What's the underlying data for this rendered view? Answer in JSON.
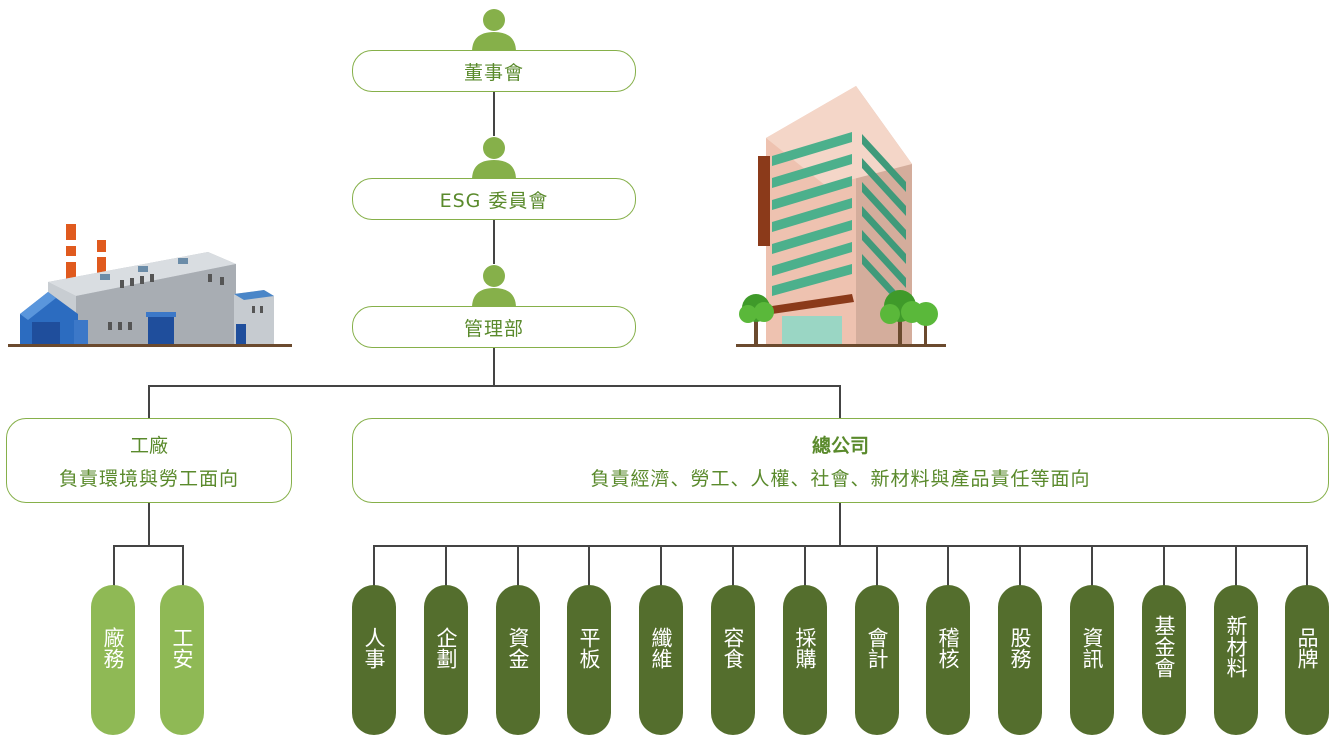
{
  "board": "董事會",
  "esg_committee": "ESG 委員會",
  "management": "管理部",
  "factory": {
    "title": "工廠",
    "description": "負責環境與勞工面向",
    "departments": [
      "廠務",
      "工安"
    ]
  },
  "headquarters": {
    "title": "總公司",
    "description": "負責經濟、勞工、人權、社會、新材料與產品責任等面向",
    "departments": [
      "人事",
      "企劃",
      "資金",
      "平板",
      "纖維",
      "容食",
      "採購",
      "會計",
      "稽核",
      "股務",
      "資訊",
      "基金會",
      "新材料",
      "品牌"
    ]
  },
  "colors": {
    "accent": "#86b04a",
    "text_green": "#5a8a2c",
    "pill_light": "#8fb955",
    "pill_dark": "#546e2d"
  }
}
